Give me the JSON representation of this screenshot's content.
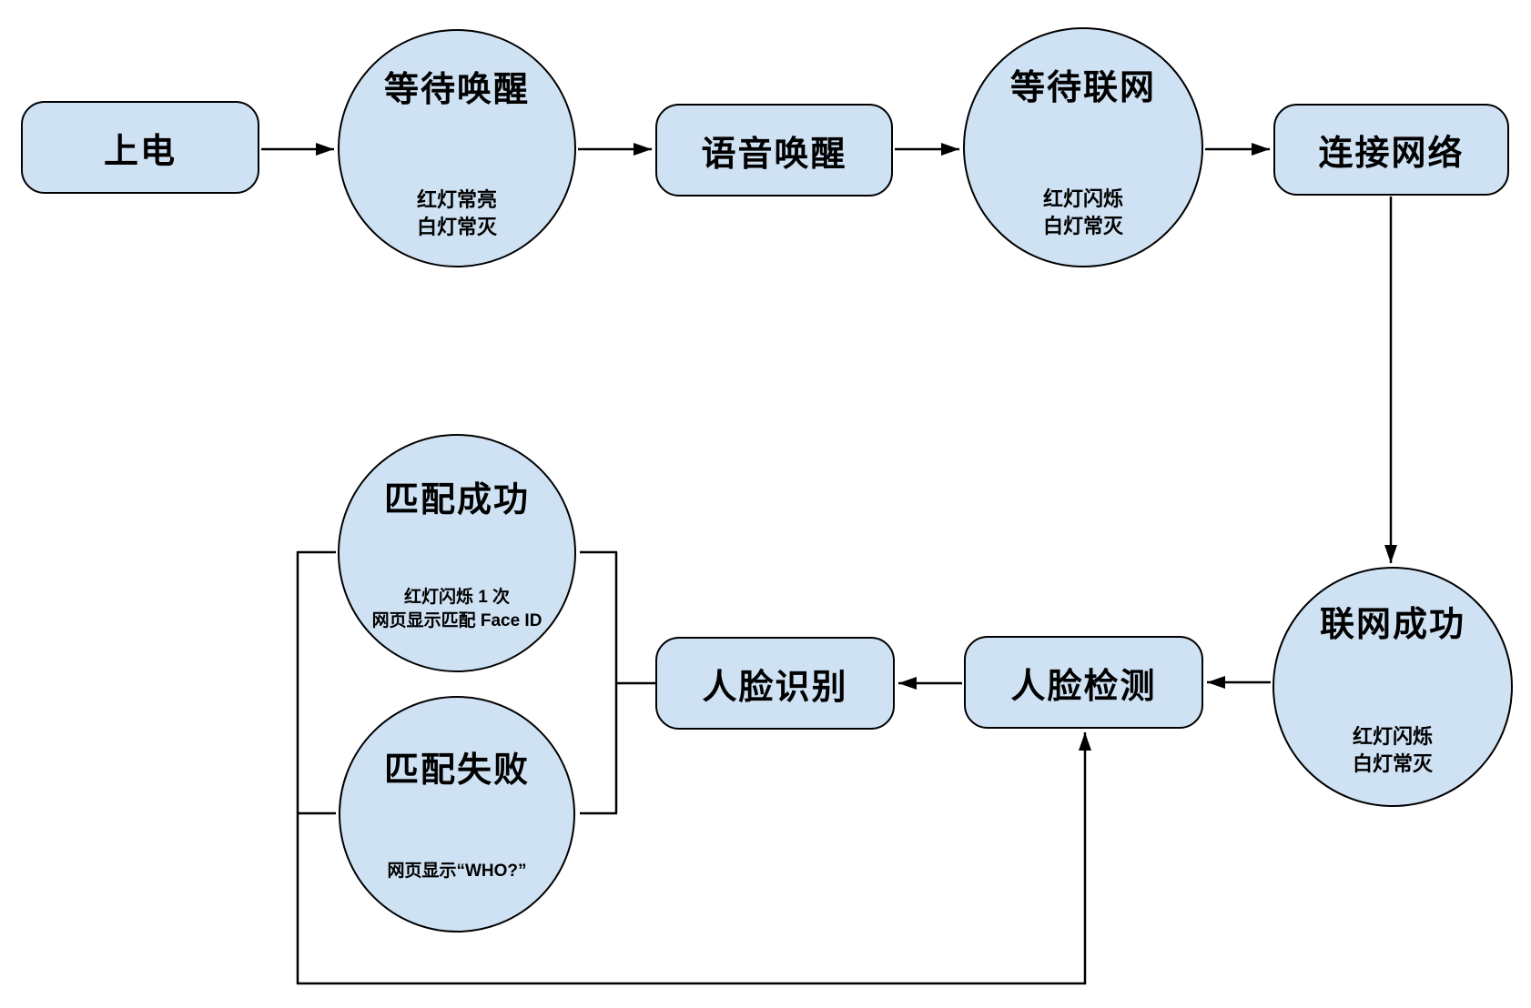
{
  "colors": {
    "canvas_bg": "#ffffff",
    "shape_fill": "#cfe2f3",
    "shape_border": "#000000",
    "text_color": "#000000"
  },
  "nodes": {
    "power_on": {
      "label": "上电"
    },
    "wait_wake": {
      "label": "等待唤醒",
      "status_lines": [
        "红灯常亮",
        "白灯常灭"
      ]
    },
    "voice_wake": {
      "label": "语音唤醒"
    },
    "wait_network": {
      "label": "等待联网",
      "status_lines": [
        "红灯闪烁",
        "白灯常灭"
      ]
    },
    "connect_network": {
      "label": "连接网络"
    },
    "network_success": {
      "label": "联网成功",
      "status_lines": [
        "红灯闪烁",
        "白灯常灭"
      ]
    },
    "face_detect": {
      "label": "人脸检测"
    },
    "face_recognize": {
      "label": "人脸识别"
    },
    "match_success": {
      "label": "匹配成功",
      "status_lines": [
        "红灯闪烁 1 次",
        "网页显示匹配 Face ID"
      ]
    },
    "match_fail": {
      "label": "匹配失败",
      "status_lines": [
        "网页显示“WHO?”"
      ]
    }
  },
  "edges": [
    {
      "from": "上电",
      "to": "等待唤醒",
      "arrow": true
    },
    {
      "from": "等待唤醒",
      "to": "语音唤醒",
      "arrow": true
    },
    {
      "from": "语音唤醒",
      "to": "等待联网",
      "arrow": true
    },
    {
      "from": "等待联网",
      "to": "连接网络",
      "arrow": true
    },
    {
      "from": "连接网络",
      "to": "联网成功",
      "arrow": true
    },
    {
      "from": "联网成功",
      "to": "人脸检测",
      "arrow": true
    },
    {
      "from": "人脸检测",
      "to": "人脸识别",
      "arrow": true
    },
    {
      "from": "人脸识别",
      "to": "匹配成功",
      "arrow": false
    },
    {
      "from": "人脸识别",
      "to": "匹配失败",
      "arrow": false
    },
    {
      "from": "匹配成功",
      "to": "人脸检测",
      "arrow": true
    },
    {
      "from": "匹配失败",
      "to": "人脸检测",
      "arrow": true
    }
  ]
}
